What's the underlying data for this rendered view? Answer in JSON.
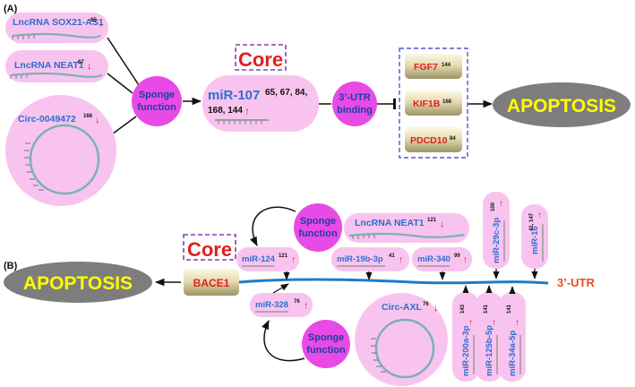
{
  "panelA": {
    "label": "(A)",
    "lnc_sox21": {
      "text": "LncRNA SOX21-AS1",
      "ref": "65",
      "arrow": "↓"
    },
    "lnc_neat1": {
      "text": "LncRNA NEAT1",
      "ref": "67",
      "arrow": "↓"
    },
    "circ": {
      "text": "Circ-0049472",
      "ref": "168",
      "arrow": "↓"
    },
    "sponge": {
      "line1": "Sponge",
      "line2": "function"
    },
    "core": "Core",
    "mir107": {
      "name": "miR-107",
      "refs1": "65, 67, 84,",
      "refs2": "168, 144",
      "arrow": "↑"
    },
    "utr": {
      "line1": "3’-UTR",
      "line2": "binding"
    },
    "targets": [
      {
        "name": "FGF7",
        "ref": "144"
      },
      {
        "name": "KIF1B",
        "ref": "168"
      },
      {
        "name": "PDCD10",
        "ref": "84"
      }
    ],
    "apoptosis": "APOPTOSIS"
  },
  "panelB": {
    "label": "(B)",
    "apoptosis": "APOPTOSIS",
    "core": "Core",
    "bace1": "BACE1",
    "utr": "3’-UTR",
    "sponge_top": {
      "line1": "Sponge",
      "line2": "function"
    },
    "sponge_bottom": {
      "line1": "Sponge",
      "line2": "function"
    },
    "lnc_neat1": {
      "text": "LncRNA NEAT1",
      "ref": "121",
      "arrow": "↓"
    },
    "circ_axl": {
      "text": "Circ-AXL",
      "ref": "76",
      "arrow": "↓"
    },
    "mir124": {
      "text": "miR-124",
      "ref": "121",
      "arrow": "↑"
    },
    "mir328": {
      "text": "miR-328",
      "ref": "76",
      "arrow": "↑"
    },
    "mir19b": {
      "text": "miR-19b-3p",
      "ref": "41",
      "arrow": "↑"
    },
    "mir340": {
      "text": "miR-340",
      "ref": "99",
      "arrow": "↑"
    },
    "mir29c": {
      "text": "miR-29c-3p",
      "ref": "100",
      "arrow": "↑"
    },
    "mir16": {
      "text": "miR-16",
      "ref": "41, 147",
      "arrow": "↑"
    },
    "mir200a": {
      "text": "miR-200a-3p",
      "ref": "143",
      "arrow": "↑"
    },
    "mir125b": {
      "text": "miR-125b-5p",
      "ref": "141",
      "arrow": "↑"
    },
    "mir34a": {
      "text": "miR-34a-5p",
      "ref": "141",
      "arrow": "↑"
    }
  }
}
